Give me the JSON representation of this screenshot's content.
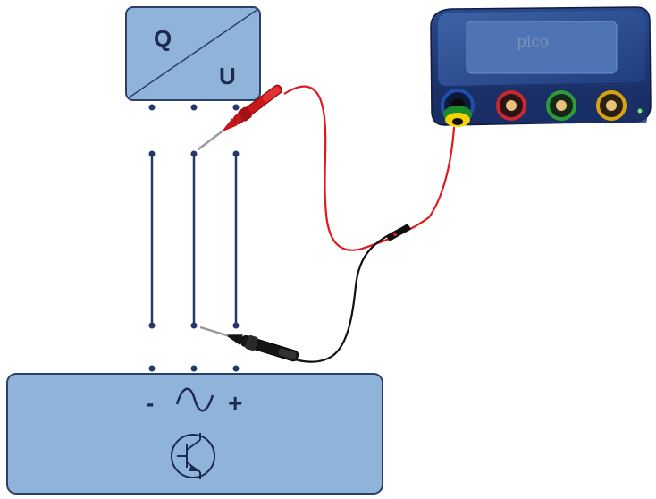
{
  "diagram": {
    "sensor_box": {
      "top_label": "Q",
      "bottom_label": "U"
    },
    "ecu_box": {
      "minus_label": "-",
      "plus_label": "+",
      "ac_symbol": "ac-wave-icon",
      "transistor_symbol": "transistor-icon"
    },
    "scope": {
      "brand": "pico",
      "channel_colors": [
        "#1f4fa8",
        "#c8282e",
        "#2e9b3a",
        "#d8a312"
      ]
    },
    "probes": {
      "red_probe_color": "#d31a1a",
      "black_probe_color": "#111111",
      "ground_clip_colors": [
        "#1c8a2c",
        "#f2d400"
      ]
    },
    "colors": {
      "box_fill": "#8fb3d9",
      "box_stroke": "#2b3f6b",
      "wire": "#24386a"
    }
  }
}
